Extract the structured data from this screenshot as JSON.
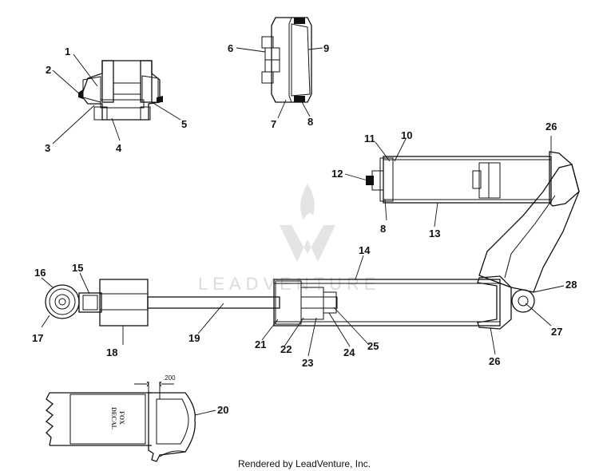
{
  "diagram": {
    "callouts": [
      "1",
      "2",
      "3",
      "4",
      "5",
      "6",
      "7",
      "8",
      "9",
      "10",
      "11",
      "12",
      "8",
      "13",
      "26",
      "14",
      "16",
      "15",
      "17",
      "18",
      "19",
      "21",
      "22",
      "23",
      "24",
      "25",
      "26",
      "28",
      "27",
      "20"
    ],
    "dimension_label": ".200",
    "decal_text": [
      "FOX",
      "DECAL"
    ],
    "watermark": "LEADVENTURE",
    "footer": "Rendered by LeadVenture, Inc."
  }
}
